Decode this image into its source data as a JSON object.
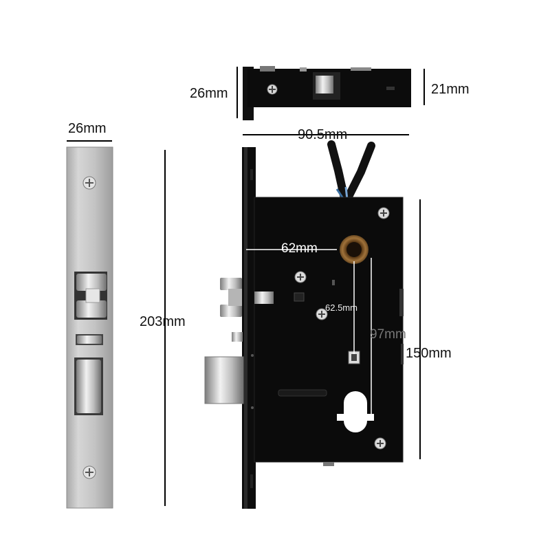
{
  "dimensions": {
    "faceplate_width": "26mm",
    "total_height": "203mm",
    "top_depth": "26mm",
    "top_height": "21mm",
    "body_width": "90.5mm",
    "center_distance": "62mm",
    "inner_distance": "62.5mm",
    "cylinder_distance": "97mm",
    "body_height": "150mm"
  },
  "colors": {
    "steel": "#c9c9c9",
    "body": "#0b0b0b",
    "chrome": "#d8d8d8",
    "dimension_line": "#000000"
  }
}
